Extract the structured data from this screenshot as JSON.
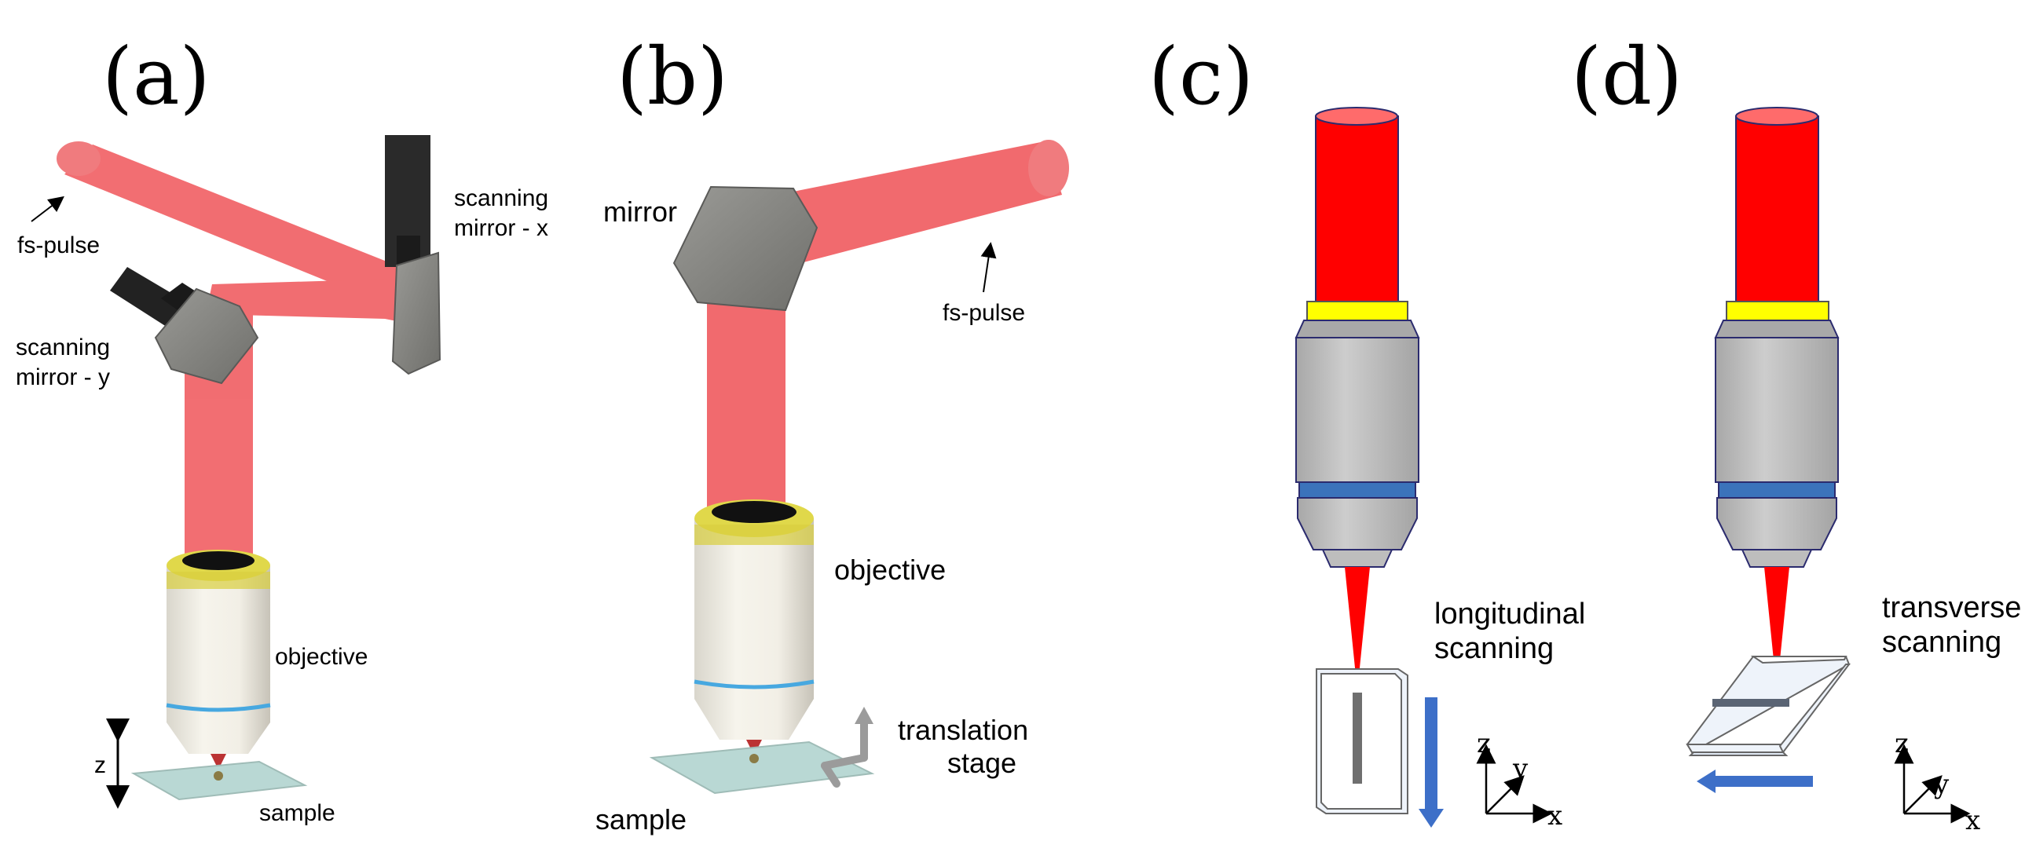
{
  "panels": {
    "a": {
      "label": "(a)",
      "fs_pulse": "fs-pulse",
      "scan_x_line1": "scanning",
      "scan_x_line2": "mirror - x",
      "scan_y_line1": "scanning",
      "scan_y_line2": "mirror - y",
      "objective": "objective",
      "z": "z",
      "sample": "sample"
    },
    "b": {
      "label": "(b)",
      "mirror": "mirror",
      "fs_pulse": "fs-pulse",
      "objective": "objective",
      "stage_line1": "translation",
      "stage_line2": "stage",
      "sample": "sample"
    },
    "c": {
      "label": "(c)",
      "mode_line1": "longitudinal",
      "mode_line2": "scanning",
      "axis_z": "z",
      "axis_y": "y",
      "axis_x": "x"
    },
    "d": {
      "label": "(d)",
      "mode_line1": "transverse",
      "mode_line2": "scanning",
      "axis_z": "z",
      "axis_y": "y",
      "axis_x": "x"
    }
  },
  "colors": {
    "beam": "#f05a5e",
    "beam_cd": "#ff0000",
    "yellow_band": "#ffff00",
    "blue_band": "#3b73bb",
    "objective_grey": "#c8c8c8",
    "arrow_blue": "#3d6fc8"
  }
}
